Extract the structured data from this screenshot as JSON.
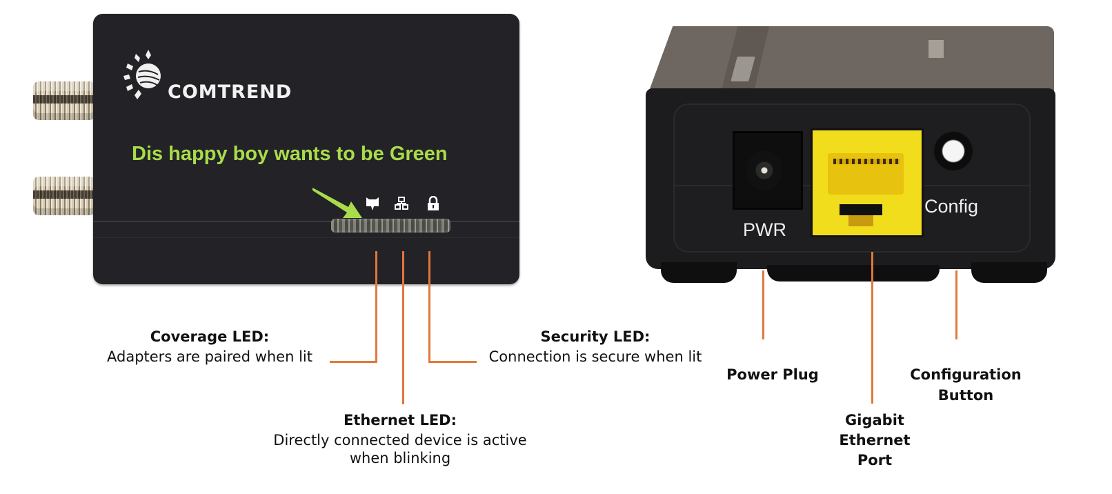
{
  "left_device": {
    "view": "front",
    "brand_logo_text": "COMTREND",
    "annotation_text": "Dis happy boy wants to be Green",
    "annotation_color": "#a9dc4a",
    "led_icons": [
      "coverage-icon",
      "ethernet-icon",
      "lock-icon"
    ]
  },
  "right_device": {
    "view": "rear",
    "port_labels": {
      "power": "PWR",
      "config": "Config"
    },
    "ethernet_port_color": "#f2dd1d"
  },
  "callouts": {
    "leader_color": "#e2773a",
    "coverage": {
      "title": "Coverage LED:",
      "description": "Adapters are paired when lit"
    },
    "ethernet": {
      "title": "Ethernet LED:",
      "description_line1": "Directly connected device is active",
      "description_line2": "when blinking"
    },
    "security": {
      "title": "Security LED:",
      "description": "Connection is secure when lit"
    },
    "power_plug": {
      "title": "Power Plug"
    },
    "gigabit_port": {
      "line1": "Gigabit",
      "line2": "Ethernet",
      "line3": "Port"
    },
    "config_button": {
      "line1": "Configuration",
      "line2": "Button"
    }
  }
}
